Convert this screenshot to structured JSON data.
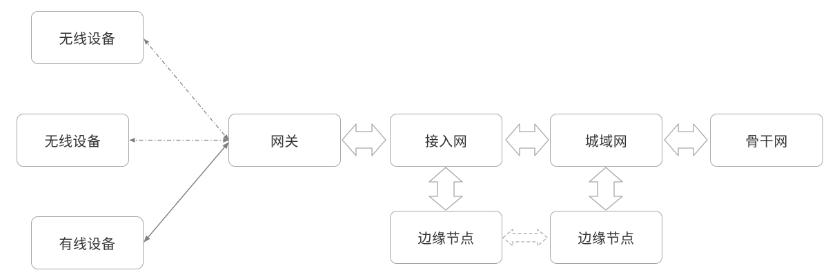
{
  "nodes": {
    "wireless_device_top": "无线设备",
    "wireless_device_middle": "无线设备",
    "wired_device": "有线设备",
    "gateway": "网关",
    "access_network": "接入网",
    "metro_network": "城域网",
    "backbone_network": "骨干网",
    "edge_node_left": "边缘节点",
    "edge_node_right": "边缘节点"
  },
  "colors": {
    "node_border": "#a6a6a6",
    "connector": "#7f7f7f",
    "block_arrow": "#a6a6a6",
    "text": "#333333"
  }
}
